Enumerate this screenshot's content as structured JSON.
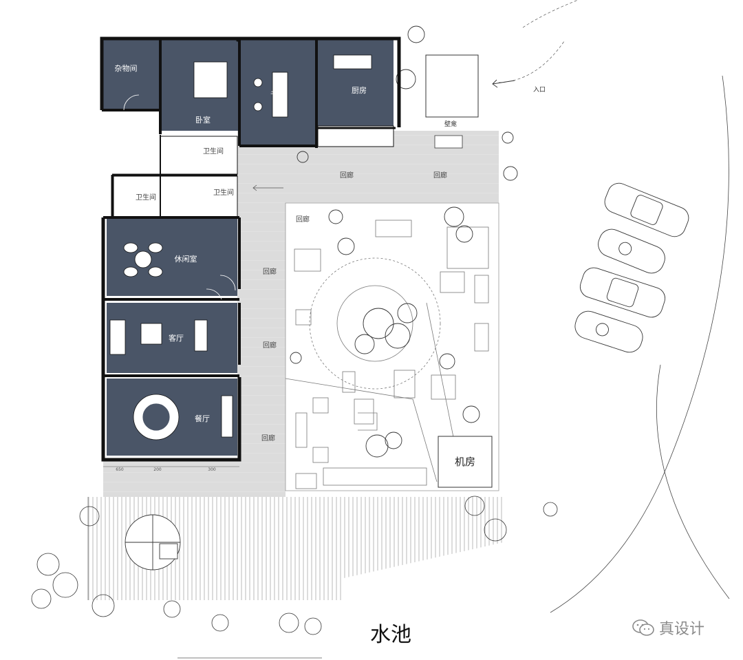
{
  "rooms": {
    "storage": "杂物间",
    "bedroom": "卧室",
    "study": "书房",
    "kitchen": "厨房",
    "bath_upper": "卫生间",
    "bath_lower_left": "卫生间",
    "bath_lower_right": "卫生间",
    "lounge": "休闲室",
    "living": "客厅",
    "dining": "餐厅"
  },
  "corridor": {
    "label_1": "回廊",
    "label_2": "回廊",
    "label_3": "回廊",
    "label_4": "回廊",
    "label_5": "回廊",
    "label_6": "回廊"
  },
  "site": {
    "garage": "壁龛",
    "entrance": "入口",
    "machine_room": "机房",
    "pool": "水池"
  },
  "dimensions": [
    "650",
    "200",
    "300"
  ],
  "watermark": {
    "text": "真设计"
  },
  "colors": {
    "room_fill": "#4a5567",
    "wall": "#111111",
    "corridor": "#dcdcdc",
    "deck_line": "#9a9a9a"
  }
}
